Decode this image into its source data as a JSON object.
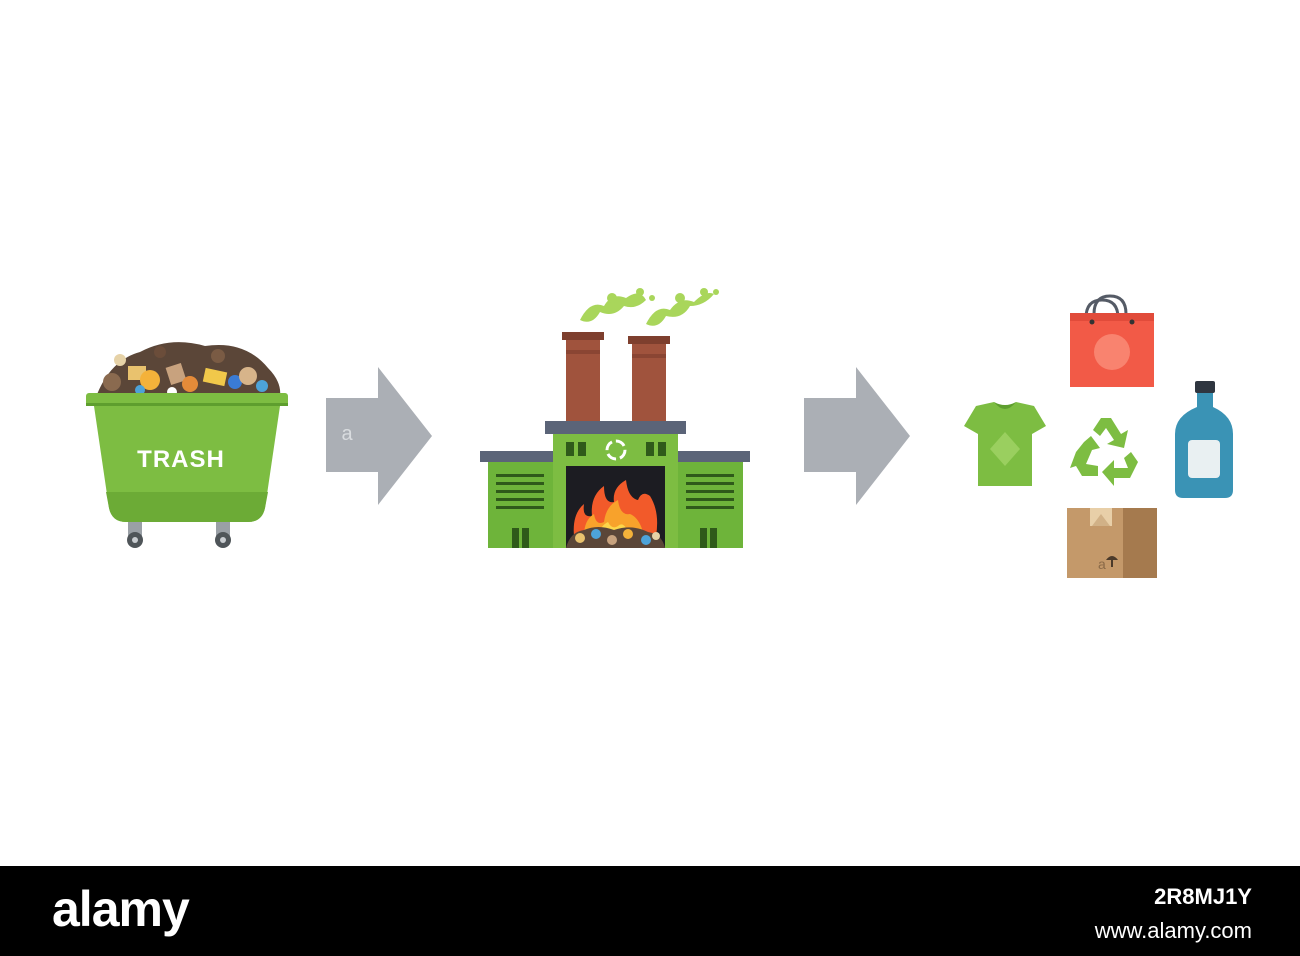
{
  "diagram": {
    "trash_label": "TRASH",
    "colors": {
      "green": "#7DBD42",
      "green_dark": "#5E9E2E",
      "arrow": "#ABAFB5",
      "chimney": "#A0533D",
      "bag": "#F25A47",
      "bottle": "#3A93B5",
      "box": "#C4996A"
    }
  },
  "footer": {
    "logo": "alamy",
    "image_id": "2R8MJ1Y",
    "site": "www.alamy.com"
  }
}
